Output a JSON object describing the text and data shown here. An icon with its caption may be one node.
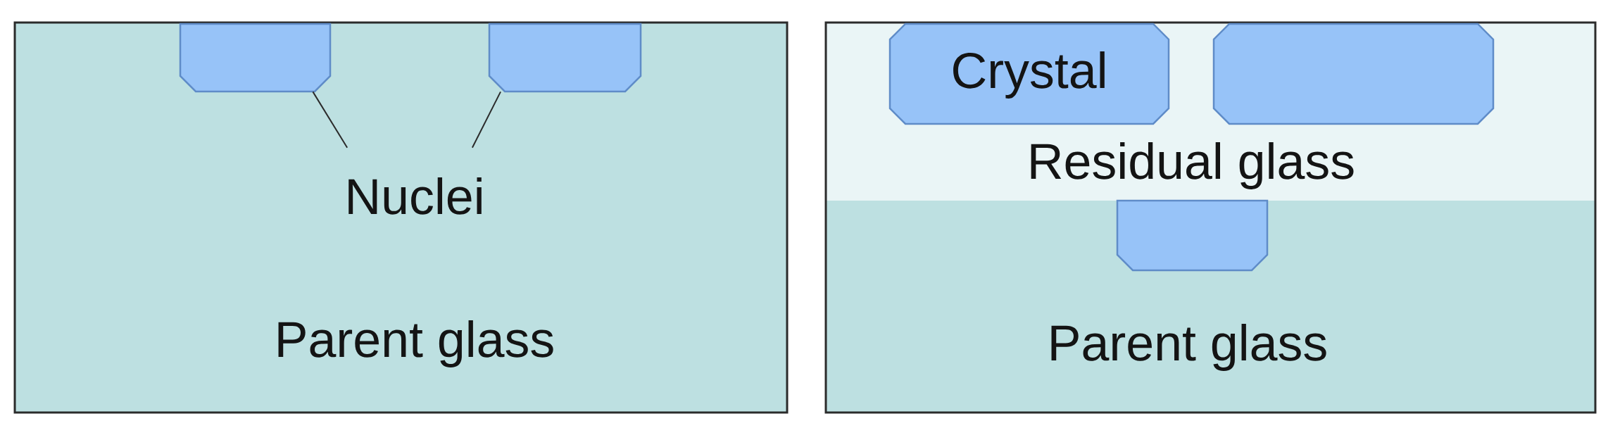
{
  "diagram": {
    "nodes": [
      {
        "text": [
          "Parent glass"
        ]
      },
      {
        "text": [],
        "shape": "box",
        "in": 0
      },
      {
        "text": [],
        "shape": "box",
        "in": 0
      },
      {
        "text": [
          "Nuclei"
        ],
        "in": 0
      },
      {
        "text": [],
        "shape": "box"
      },
      {
        "text": [
          "Residual glass"
        ],
        "in": 4
      },
      {
        "text": [
          "Crystal"
        ],
        "in": 5
      },
      {
        "text": [],
        "shape": "box",
        "in": 5
      },
      {
        "text": [
          "Parent glass"
        ],
        "in": 4
      },
      {
        "text": [],
        "shape": "box",
        "in": 8
      }
    ],
    "edges": [
      {
        "from": 3,
        "to": 1,
        "arrow": "none"
      },
      {
        "from": 3,
        "to": 2,
        "arrow": "none"
      }
    ]
  }
}
